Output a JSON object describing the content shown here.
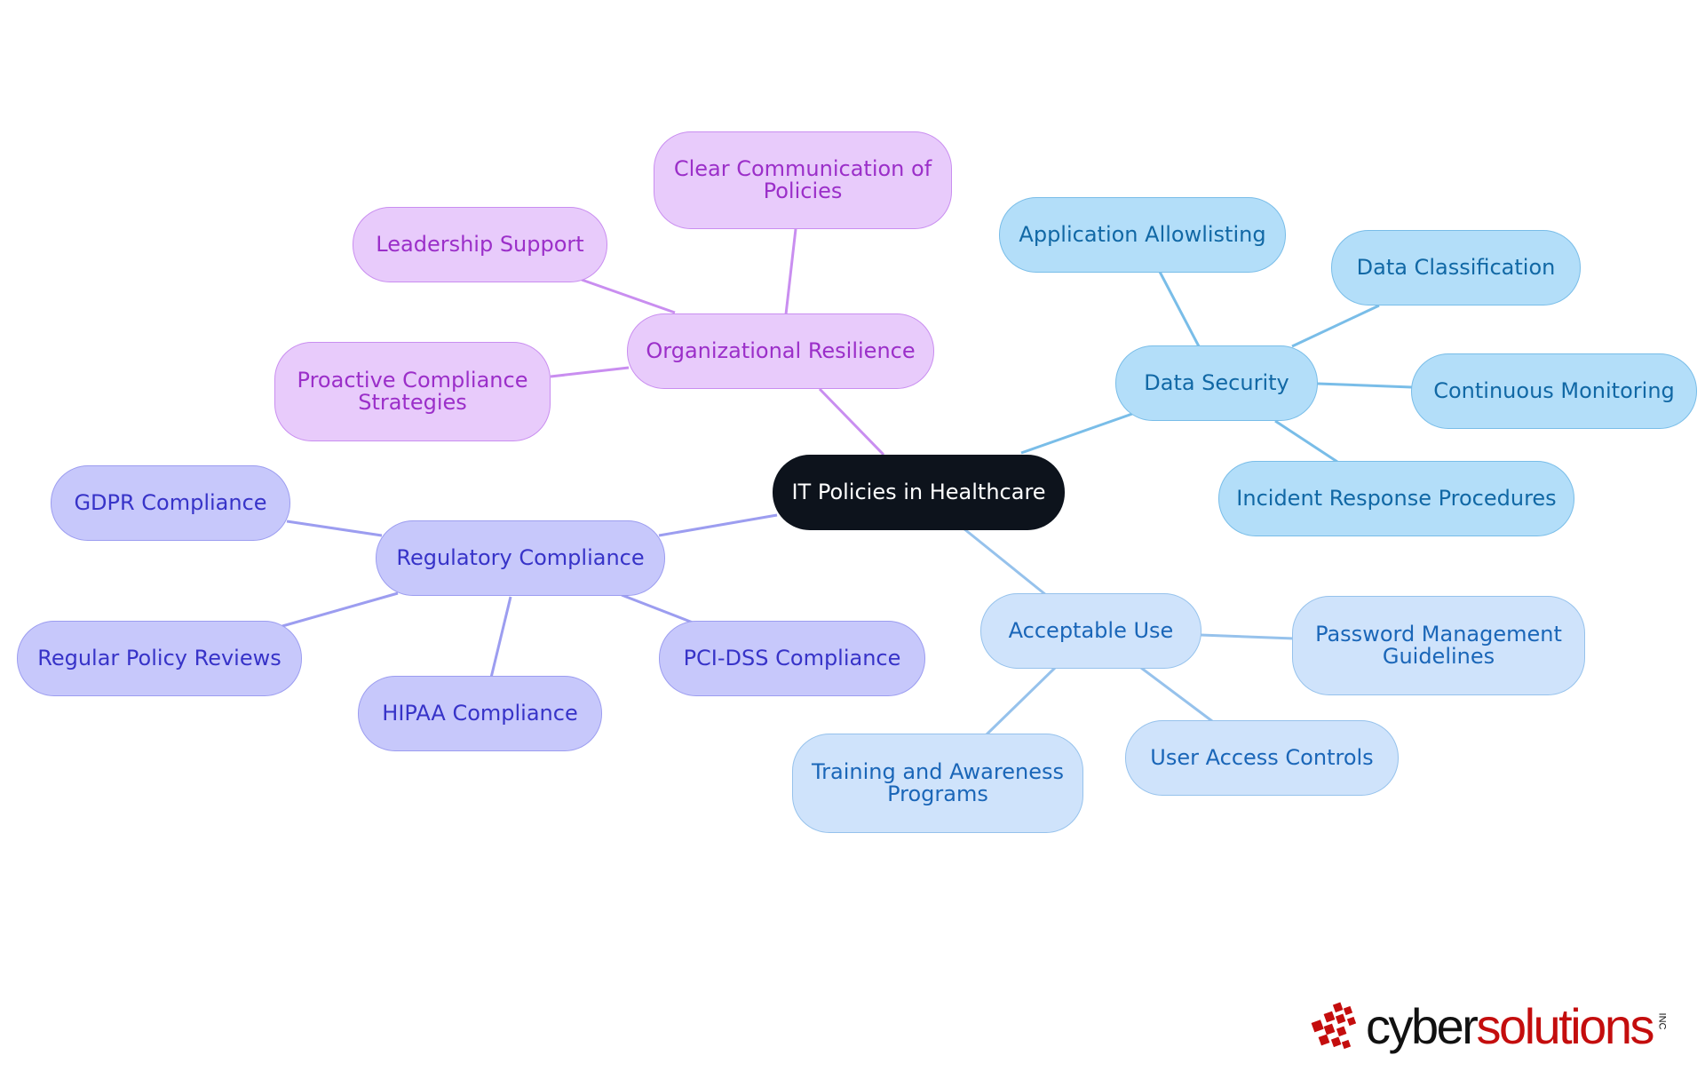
{
  "diagram": {
    "root": "IT Policies in Healthcare",
    "branches": [
      {
        "label": "Organizational Resilience",
        "children": [
          "Clear Communication of Policies",
          "Leadership Support",
          "Proactive Compliance Strategies"
        ]
      },
      {
        "label": "Data Security",
        "children": [
          "Application Allowlisting",
          "Data Classification",
          "Continuous Monitoring",
          "Incident Response Procedures"
        ]
      },
      {
        "label": "Regulatory Compliance",
        "children": [
          "GDPR Compliance",
          "Regular Policy Reviews",
          "HIPAA Compliance",
          "PCI-DSS Compliance"
        ]
      },
      {
        "label": "Acceptable Use",
        "children": [
          "Password Management Guidelines",
          "User Access Controls",
          "Training and Awareness Programs"
        ]
      }
    ]
  },
  "colors": {
    "root": "#0d131c",
    "organizational_resilience": "#e8cbfb",
    "data_security": "#b3def9",
    "regulatory_compliance": "#c7c8fb",
    "acceptable_use": "#cfe3fb",
    "brand_red": "#c40d0d"
  },
  "logo": {
    "part1": "cyber",
    "part2": "solutions",
    "suffix": "INC"
  }
}
